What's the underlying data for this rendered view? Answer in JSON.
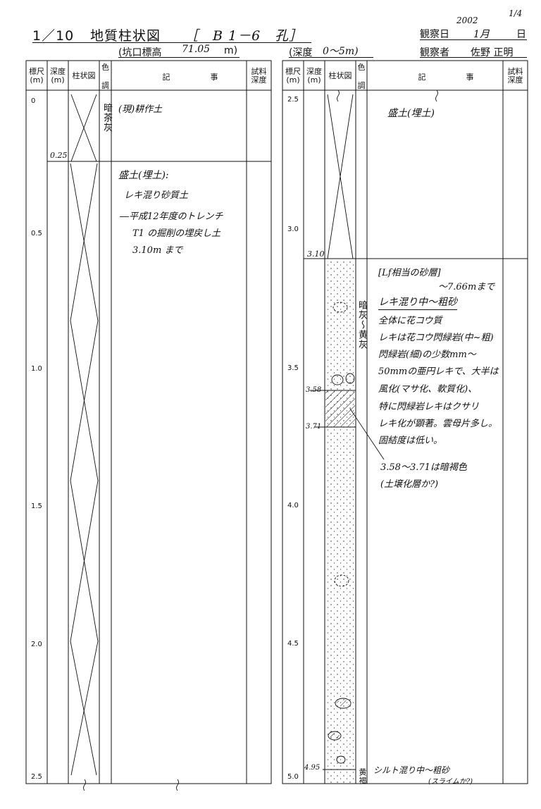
{
  "header": {
    "title_scale": "1／10",
    "title_name": "地質柱状図",
    "title_hole": "［　B 1－6　孔］",
    "page_no": "1/4",
    "year": "2002",
    "obs_date_label": "観察日",
    "obs_month": "1月",
    "obs_day": "日",
    "elev_label": "(坑口標高",
    "elev_value": "71.05",
    "elev_unit": "m)",
    "depth_range_label": "(深度",
    "depth_range_value": "0～5m)",
    "observer_label": "観察者",
    "observer_name": "佐野 正明"
  },
  "columns": {
    "scale": "標尺",
    "scale_unit": "(m)",
    "depth": "深度",
    "depth_unit": "(m)",
    "log": "柱状図",
    "color1": "色",
    "color2": "調",
    "remarks1": "記",
    "remarks2": "事",
    "sample1": "試料",
    "sample2": "深度"
  },
  "left_panel": {
    "ticks": [
      "0",
      "0.5",
      "1.0",
      "1.5",
      "2.0",
      "2.5"
    ],
    "depth_marks": [
      "0.25"
    ],
    "color_text": "暗茶灰",
    "layer1_note": "(現)耕作土",
    "layer2_title": "盛土(埋土):",
    "layer2_line2": "レキ混り砂質土",
    "layer2_line3": "―平成12年度のトレンチ",
    "layer2_line4": "T1 の掘削の埋戻し土",
    "layer2_line5": "3.10m まで"
  },
  "right_panel": {
    "ticks": [
      "2.5",
      "3.0",
      "3.5",
      "4.0",
      "4.5",
      "5.0"
    ],
    "depth_marks": [
      "3.10",
      "3.58",
      "3.71",
      "4.95"
    ],
    "layer1_note": "盛土(埋土)",
    "color_text": "暗灰〜黄灰",
    "color_bottom": "黄褐",
    "layer2_line1": "[Lf相当の砂層]",
    "layer2_line2": "～7.66mまで",
    "layer2_line3": "レキ混り中～粗砂",
    "layer2_line4": "全体に花コウ質",
    "layer2_line5": "レキは花コウ閃緑岩(中~粗)",
    "layer2_line6": "閃緑岩(細)の少数mm～",
    "layer2_line7": "50mmの亜円レキで、大半は",
    "layer2_line8": "風化(マサ化、軟質化)、",
    "layer2_line9": "特に閃緑岩レキはクサリ",
    "layer2_line10": "レキ化が顕著。雲母片多し。",
    "layer2_line11": "固結度は低い。",
    "layer3_line1": "3.58～3.71は暗褐色",
    "layer3_line2": "(土壌化層か?)",
    "layer4_line1": "シルト混り中～粗砂",
    "layer4_line2": "(スライムか?)"
  }
}
